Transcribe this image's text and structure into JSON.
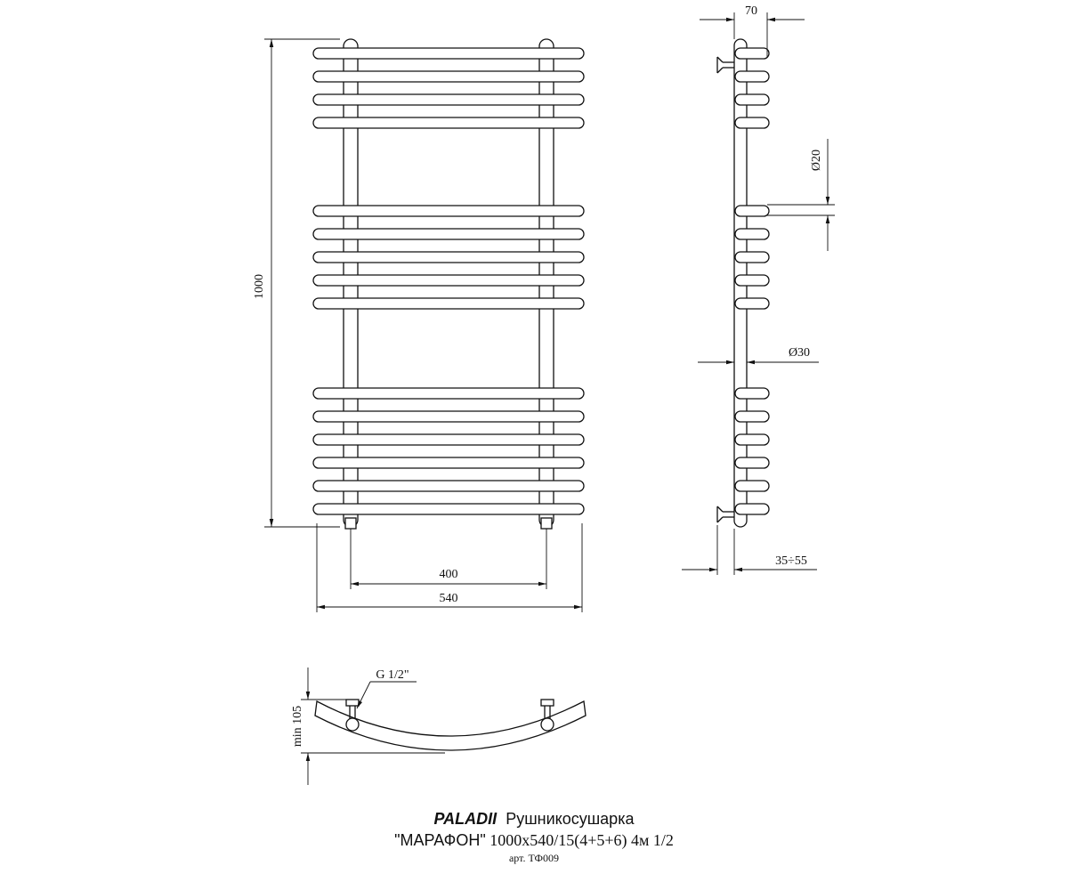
{
  "dimensions": {
    "height": "1000",
    "axis_width": "400",
    "total_width": "540",
    "depth": "70",
    "bar_diameter": "Ø20",
    "post_diameter": "Ø30",
    "wall_distance": "35÷55",
    "thread": "G 1/2\"",
    "min_depth": "min 105"
  },
  "bar_groups": [
    4,
    5,
    6
  ],
  "title": {
    "brand": "PALADII",
    "product": "Рушникосушарка",
    "model": "\"МАРАФОН\"",
    "spec": "1000х540/15(4+5+6) 4м 1/2",
    "article": "арт. ТФ009"
  },
  "colors": {
    "line": "#111111",
    "background": "#ffffff"
  }
}
